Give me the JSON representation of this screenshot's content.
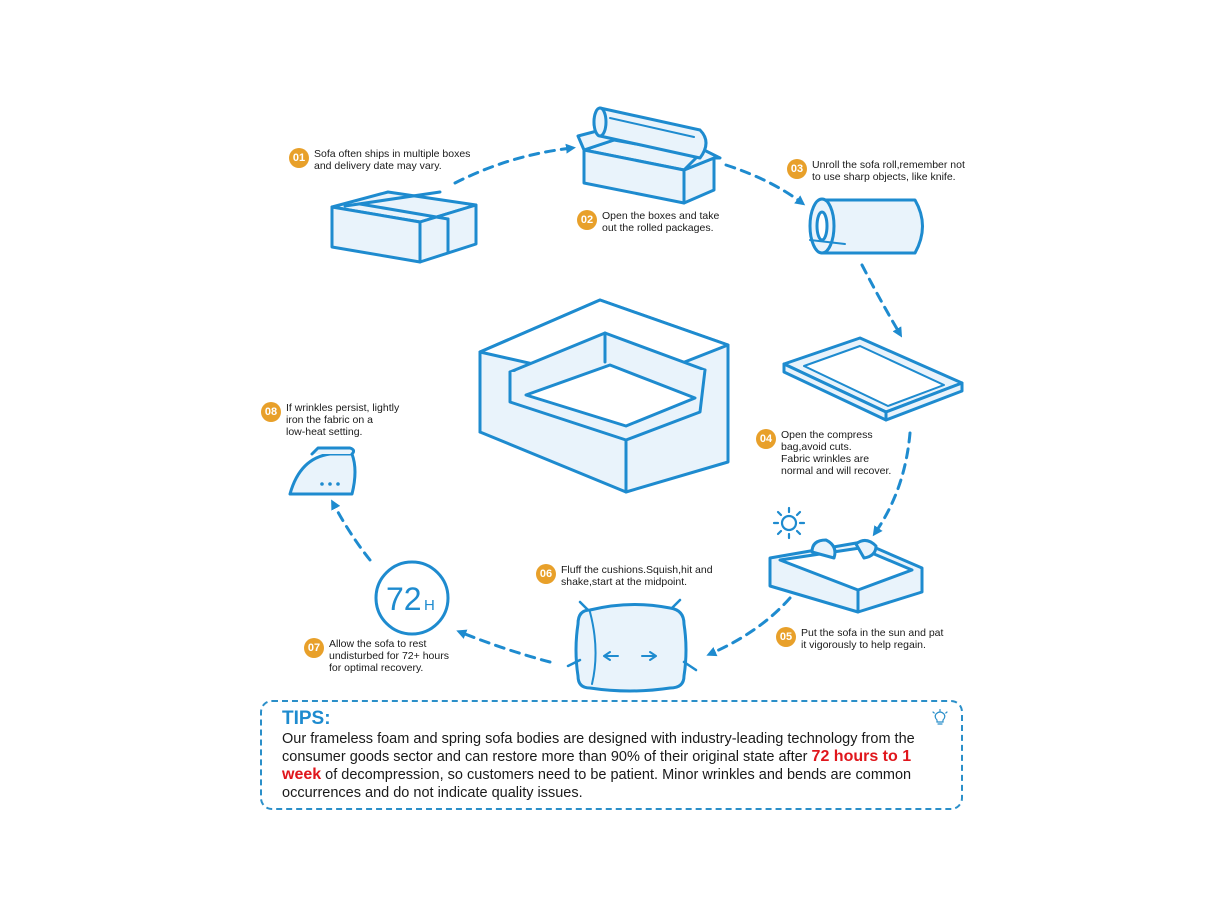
{
  "steps": [
    {
      "num": "01",
      "text": "Sofa often ships in multiple boxes\nand delivery date may vary."
    },
    {
      "num": "02",
      "text": "Open the boxes and take\nout the rolled packages."
    },
    {
      "num": "03",
      "text": "Unroll the sofa roll,remember not\nto use sharp objects, like knife."
    },
    {
      "num": "04",
      "text": "Open the compress\nbag,avoid cuts.\nFabric wrinkles are\nnormal and will recover."
    },
    {
      "num": "05",
      "text": "Put the sofa in the sun and pat\nit vigorously to help regain."
    },
    {
      "num": "06",
      "text": "Fluff the cushions.Squish,hit and\nshake,start at the midpoint."
    },
    {
      "num": "07",
      "text": "Allow the sofa to rest\nundisturbed for 72+ hours\nfor optimal recovery."
    },
    {
      "num": "08",
      "text": "If wrinkles persist, lightly\niron the fabric on a\nlow-heat setting."
    }
  ],
  "timer_label": "72",
  "timer_unit": "H",
  "tips": {
    "title": "TIPS:",
    "body_before": "Our frameless foam and spring sofa bodies are designed with industry-leading technology from the consumer goods sector and can restore more than 90% of their original state after ",
    "highlight": "72 hours to 1 week",
    "body_after": " of decompression, so customers need to be patient. Minor wrinkles and bends are common occurrences and do not indicate quality issues."
  },
  "colors": {
    "line": "#1e8bcf",
    "fill": "#e9f3fb",
    "badge": "#e8a02a",
    "highlight": "#e0161c"
  },
  "icons": [
    "boxes-icon",
    "open-box-roll-icon",
    "roll-icon",
    "compress-bag-icon",
    "sun-icon",
    "hands-sofa-icon",
    "pillow-icon",
    "timer-72h-icon",
    "iron-icon",
    "lightbulb-icon",
    "sofa-icon"
  ]
}
